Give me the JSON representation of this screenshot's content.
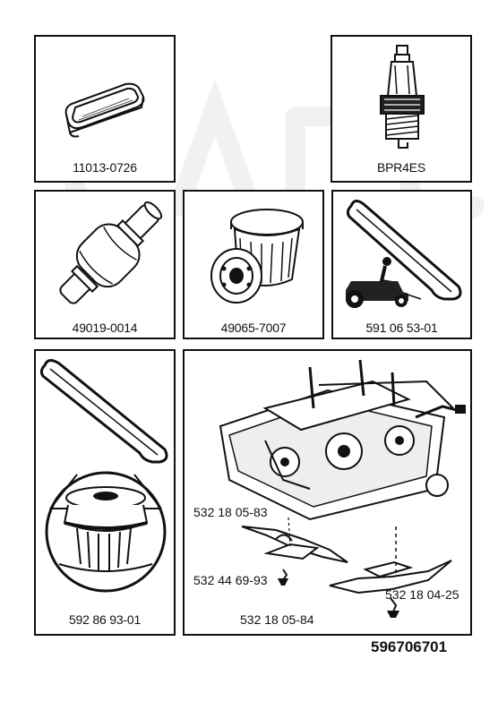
{
  "parts": {
    "air_filter": "11013-0726",
    "spark_plug": "BPR4ES",
    "fuel_filter": "49019-0014",
    "oil_filter": "49065-7007",
    "drive_belt": "591 06 53-01",
    "clutch_belt": "592 86 93-01",
    "blade_left": "532 18 05-83",
    "blade_bolt": "532 44 69-93",
    "blade_right": "532 18 04-25",
    "blade_center": "532 18 05-84"
  },
  "doc_number": "596706701"
}
